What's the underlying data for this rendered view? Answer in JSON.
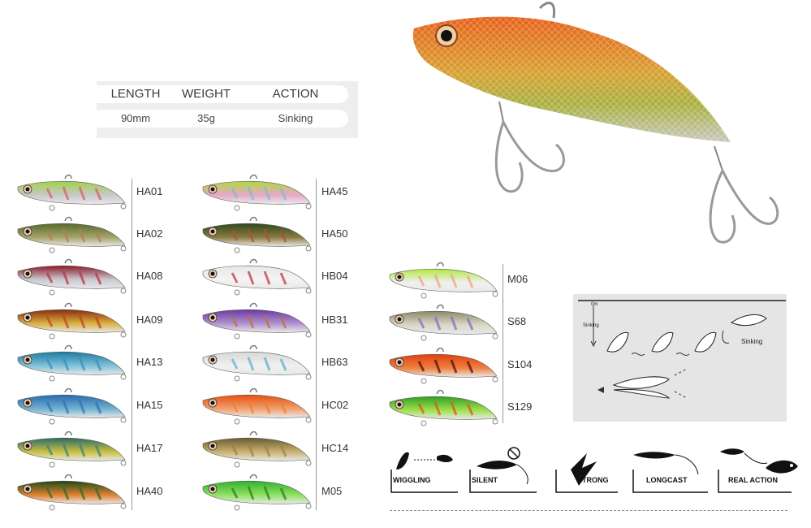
{
  "specs": {
    "headers": [
      "LENGTH",
      "WEIGHT",
      "ACTION"
    ],
    "values": [
      "90mm",
      "35g",
      "Sinking"
    ]
  },
  "colors": {
    "HA01": [
      "#9fd24a",
      "#c8c8c8",
      "#d06060"
    ],
    "HA02": [
      "#556b2f",
      "#a6a36a",
      "#b08050"
    ],
    "HA08": [
      "#8b1a2a",
      "#c9c9d0",
      "#b33040"
    ],
    "HA09": [
      "#8b2a10",
      "#d8b040",
      "#c04020"
    ],
    "HA13": [
      "#1f7aa0",
      "#7fc0d8",
      "#3090c0"
    ],
    "HA15": [
      "#2a6ab0",
      "#70b0d0",
      "#3070b0"
    ],
    "HA17": [
      "#2a6a6a",
      "#c8c040",
      "#3a8080"
    ],
    "HA40": [
      "#1a4a1a",
      "#e08030",
      "#2a6a2a"
    ],
    "HA45": [
      "#b0d840",
      "#e6a8c8",
      "#70c0d0"
    ],
    "HA50": [
      "#2f4a1f",
      "#8a7a40",
      "#b05030"
    ],
    "HB04": [
      "#e8e8e8",
      "#f4f4f4",
      "#c03040"
    ],
    "HB31": [
      "#6a3aa0",
      "#b090d0",
      "#c07030"
    ],
    "HB63": [
      "#d8d8d8",
      "#f0f0f0",
      "#50b0d0"
    ],
    "HC02": [
      "#e85010",
      "#f0a070",
      "#f08030"
    ],
    "HC14": [
      "#6a5a30",
      "#c8b070",
      "#a08040"
    ],
    "M05": [
      "#30b030",
      "#90e060",
      "#208020"
    ],
    "M06": [
      "#b0e840",
      "#f0f0f0",
      "#f0a080"
    ],
    "S68": [
      "#8a8a6a",
      "#d8d8c8",
      "#9060c0"
    ],
    "S104": [
      "#e04010",
      "#f08040",
      "#401010"
    ],
    "S129": [
      "#30a020",
      "#a0e050",
      "#e05020"
    ]
  },
  "col1": [
    "HA01",
    "HA02",
    "HA08",
    "HA09",
    "HA13",
    "HA15",
    "HA17",
    "HA40"
  ],
  "col2": [
    "HA45",
    "HA50",
    "HB04",
    "HB31",
    "HB63",
    "HC02",
    "HC14",
    "M05"
  ],
  "col3": [
    "M06",
    "S68",
    "S104",
    "S129"
  ],
  "diagram": {
    "depth_label": "0m",
    "side_label": "Sinking",
    "action_label": "Sinking"
  },
  "features": [
    {
      "title": "WIGGLING",
      "icon": "wiggle-icon"
    },
    {
      "title": "SILENT",
      "icon": "silent-icon"
    },
    {
      "title": "STRONG",
      "icon": "strong-icon"
    },
    {
      "title": "LONGCAST",
      "icon": "longcast-icon"
    },
    {
      "title": "REAL ACTION",
      "icon": "real-action-icon"
    }
  ]
}
